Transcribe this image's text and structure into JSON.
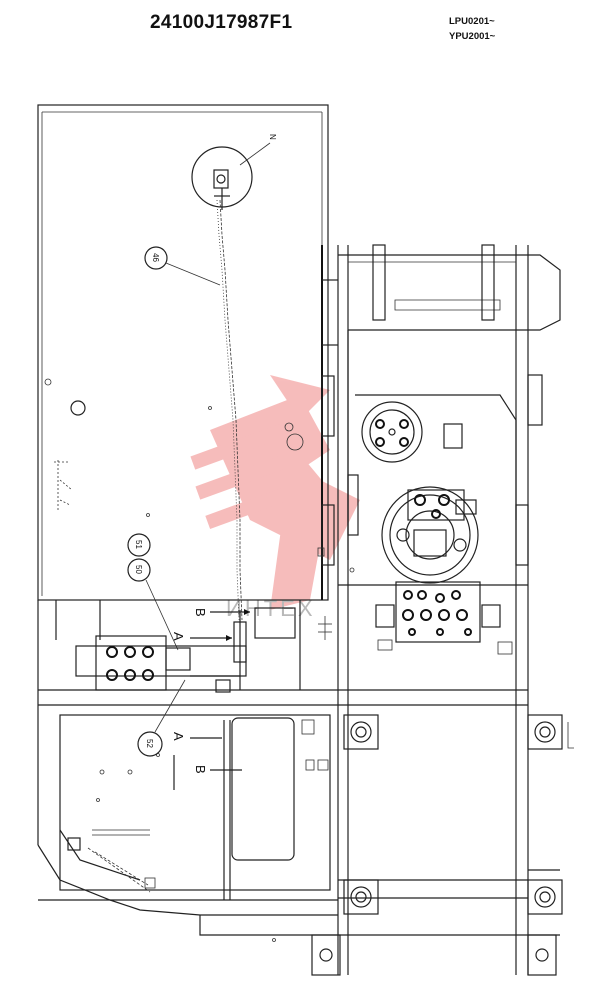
{
  "header": {
    "part_number": "24100J17987F1",
    "serial_range_1": "LPU0201~",
    "serial_range_2": "YPU2001~"
  },
  "callouts": {
    "detail": "N",
    "c46": "46",
    "c51": "51",
    "c50": "50",
    "c52": "52"
  },
  "views": {
    "a_upper": "A",
    "b_upper": "B",
    "a_lower": "A",
    "b_lower": "B"
  },
  "watermark": {
    "text": "ИНТЕХ",
    "color": "#e8413f"
  }
}
